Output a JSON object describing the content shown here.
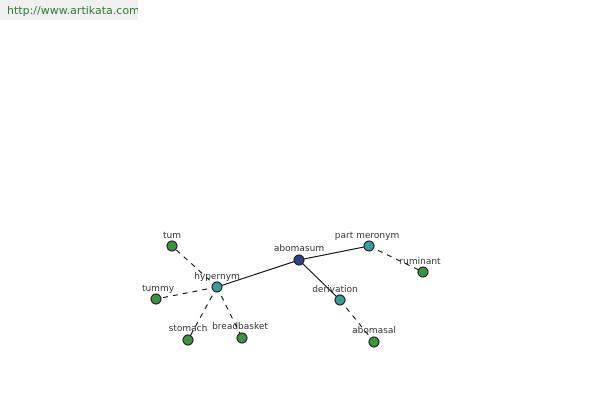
{
  "header": {
    "url_text": "http://www.artikata.com"
  },
  "colors": {
    "center": "#2e3e8c",
    "relation": "#3d9a9a",
    "word": "#3f9140",
    "url_text": "#2e7d32"
  },
  "graph": {
    "nodes": [
      {
        "id": "abomasum",
        "label": "abomasum",
        "kind": "center"
      },
      {
        "id": "part-meronym",
        "label": "part meronym",
        "kind": "relation"
      },
      {
        "id": "hypernym",
        "label": "hypernym",
        "kind": "relation"
      },
      {
        "id": "derivation",
        "label": "derivation",
        "kind": "relation"
      },
      {
        "id": "ruminant",
        "label": "ruminant",
        "kind": "word"
      },
      {
        "id": "tum",
        "label": "tum",
        "kind": "word"
      },
      {
        "id": "tummy",
        "label": "tummy",
        "kind": "word"
      },
      {
        "id": "stomach",
        "label": "stomach",
        "kind": "word"
      },
      {
        "id": "breadbasket",
        "label": "breadbasket",
        "kind": "word"
      },
      {
        "id": "abomasal",
        "label": "abomasal",
        "kind": "word"
      }
    ],
    "edges": [
      {
        "from": "abomasum",
        "to": "part-meronym",
        "style": "solid"
      },
      {
        "from": "abomasum",
        "to": "hypernym",
        "style": "solid"
      },
      {
        "from": "abomasum",
        "to": "derivation",
        "style": "solid"
      },
      {
        "from": "part-meronym",
        "to": "ruminant",
        "style": "dashed"
      },
      {
        "from": "hypernym",
        "to": "tum",
        "style": "dashed"
      },
      {
        "from": "hypernym",
        "to": "tummy",
        "style": "dashed"
      },
      {
        "from": "hypernym",
        "to": "stomach",
        "style": "dashed"
      },
      {
        "from": "hypernym",
        "to": "breadbasket",
        "style": "dashed"
      },
      {
        "from": "derivation",
        "to": "abomasal",
        "style": "dashed"
      }
    ]
  }
}
